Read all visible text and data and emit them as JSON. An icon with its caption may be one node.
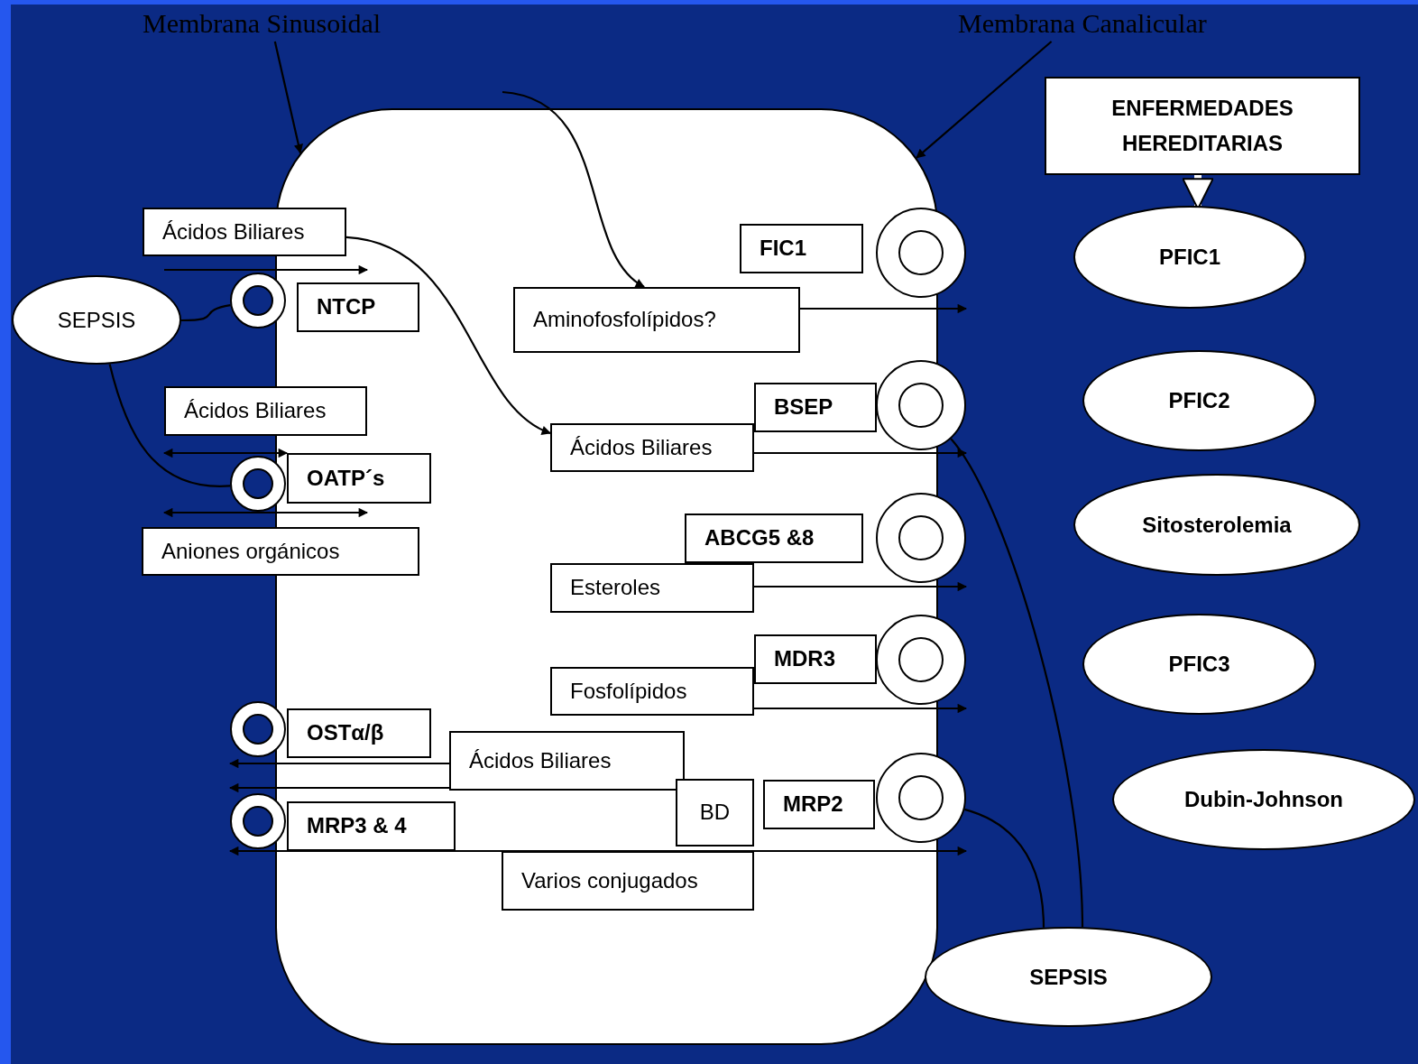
{
  "diagram": {
    "nodes": [
      {
        "text": [
          "Membrana Sinusoidal"
        ]
      },
      {
        "text": [
          "Membrana Canalicular"
        ]
      },
      {
        "text": [],
        "shape": "box"
      },
      {
        "text": [
          "ENFERMEDADES HEREDITARIAS"
        ]
      },
      {
        "text": [
          "PFIC1"
        ]
      },
      {
        "text": [
          "Ácidos Biliares"
        ]
      },
      {
        "text": [
          "FIC1"
        ],
        "in": 2
      },
      {
        "text": [],
        "shape": "circle"
      },
      {
        "text": [
          "SEPSIS"
        ]
      },
      {
        "text": [],
        "shape": "circle"
      },
      {
        "text": [
          "NTCP"
        ],
        "in": 2
      },
      {
        "text": [
          "Aminofosfolípidos?"
        ],
        "in": 2
      },
      {
        "text": [
          "PFIC2"
        ]
      },
      {
        "text": [
          "Ácidos Biliares"
        ]
      },
      {
        "text": [
          "BSEP"
        ],
        "in": 2
      },
      {
        "text": [],
        "shape": "circle"
      },
      {
        "text": [
          "Ácidos Biliares"
        ],
        "in": 2
      },
      {
        "text": [
          "OATP´s"
        ],
        "in": 2
      },
      {
        "text": [],
        "shape": "circle"
      },
      {
        "text": [
          "Sitosterolemia"
        ]
      },
      {
        "text": [
          "ABCG5 &8"
        ],
        "in": 2
      },
      {
        "text": [],
        "shape": "circle"
      },
      {
        "text": [
          "Aniones orgánicos"
        ]
      },
      {
        "text": [
          "Esteroles"
        ],
        "in": 2
      },
      {
        "text": [
          "PFIC3"
        ]
      },
      {
        "text": [
          "MDR3"
        ],
        "in": 2
      },
      {
        "text": [],
        "shape": "circle"
      },
      {
        "text": [
          "Fosfolípidos"
        ],
        "in": 2
      },
      {
        "text": [],
        "shape": "circle"
      },
      {
        "text": [
          "OSTα/β"
        ],
        "in": 2
      },
      {
        "text": [
          "Ácidos Biliares"
        ],
        "in": 2
      },
      {
        "text": [
          "Dubin-Johnson"
        ]
      },
      {
        "text": [],
        "shape": "circle"
      },
      {
        "text": [
          "BD"
        ],
        "in": 2
      },
      {
        "text": [
          "MRP2"
        ],
        "in": 2
      },
      {
        "text": [],
        "shape": "circle"
      },
      {
        "text": [
          "MRP3 & 4"
        ],
        "in": 2
      },
      {
        "text": [
          "Varios conjugados"
        ],
        "in": 2
      },
      {
        "text": [
          "SEPSIS"
        ]
      }
    ],
    "edges": [
      {
        "from": 0,
        "to": 2,
        "arrow": "to"
      },
      {
        "from": 1,
        "to": 2,
        "arrow": "to"
      },
      {
        "from": 3,
        "to": 4,
        "arrow": "to",
        "style": "thick",
        "color": "#ffffff"
      },
      {
        "from": 8,
        "to": 9,
        "arrow": "none"
      },
      {
        "from": 8,
        "to": 18,
        "arrow": "none"
      },
      {
        "from": 38,
        "to": 15,
        "arrow": "none"
      },
      {
        "from": 38,
        "to": 32,
        "arrow": "none"
      },
      {
        "from": null,
        "to": 11,
        "arrow": "to"
      },
      {
        "from": 5,
        "to": 16,
        "arrow": "to"
      },
      {
        "from": 11,
        "to": 7,
        "arrow": "to"
      },
      {
        "from": 30,
        "to": 28,
        "arrow": "to"
      },
      {
        "from": 33,
        "to": 35,
        "arrow": "to"
      },
      {
        "from": 5,
        "to": 10,
        "arrow": "to"
      },
      {
        "from": 13,
        "to": 17,
        "arrow": "both"
      },
      {
        "from": 22,
        "to": 17,
        "arrow": "both"
      },
      {
        "from": 35,
        "to": 32,
        "arrow": "both"
      },
      {
        "from": 16,
        "to": 15,
        "arrow": "to"
      },
      {
        "from": 23,
        "to": 21,
        "arrow": "to"
      },
      {
        "from": 27,
        "to": 26,
        "arrow": "to"
      }
    ]
  }
}
